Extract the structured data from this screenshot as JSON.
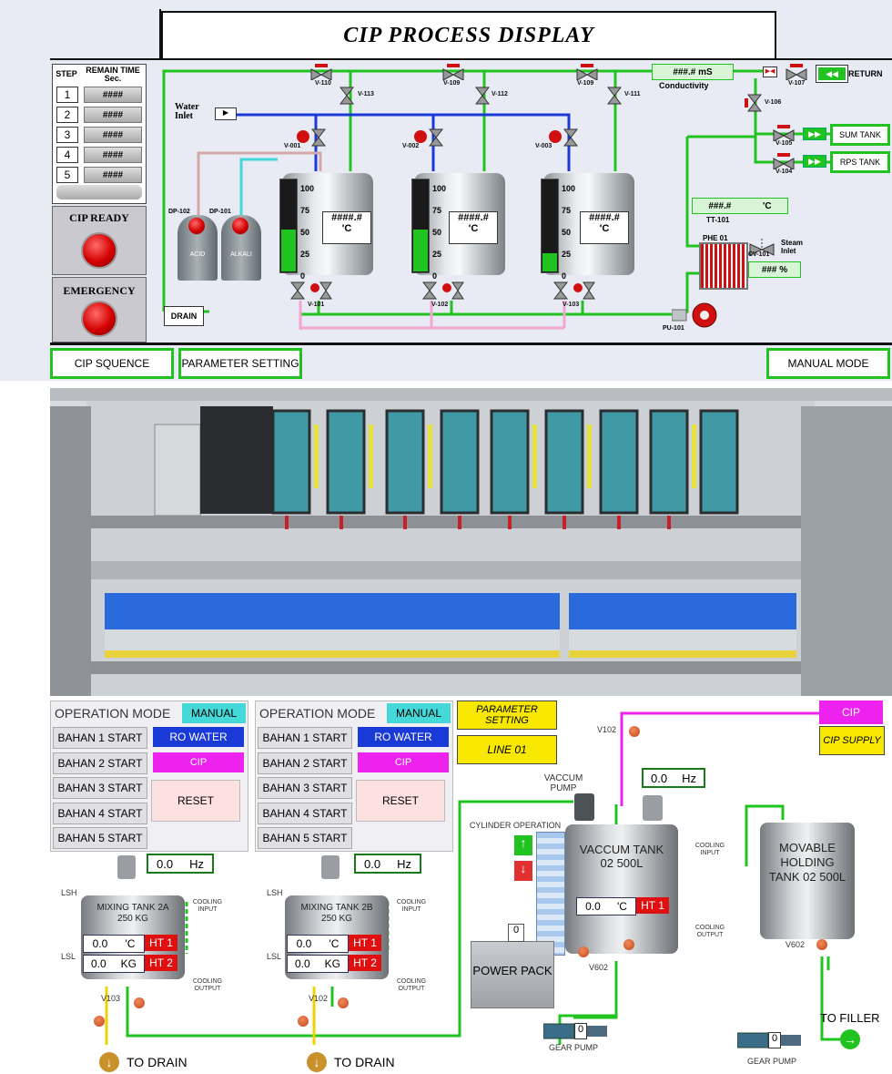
{
  "cip": {
    "title": "CIP PROCESS DISPLAY",
    "step_header": "STEP",
    "remain_header": "REMAIN TIME Sec.",
    "steps": [
      {
        "num": "1",
        "val": "####"
      },
      {
        "num": "2",
        "val": "####"
      },
      {
        "num": "3",
        "val": "####"
      },
      {
        "num": "4",
        "val": "####"
      },
      {
        "num": "5",
        "val": "####"
      }
    ],
    "cip_ready": "CIP READY",
    "emergency": "EMERGENCY",
    "drain": "DRAIN",
    "water_inlet": "Water Inlet",
    "valves_top": [
      "V-110",
      "V-113",
      "V-109",
      "V-112",
      "V-109",
      "V-111",
      "V-107",
      "V-106",
      "V-105",
      "V-104"
    ],
    "valves_mid": [
      "V-001",
      "V-002",
      "V-003"
    ],
    "valves_bottom": [
      "V-101",
      "V-102",
      "V-103"
    ],
    "conductivity_value": "###.# mS",
    "conductivity_label": "Conductivity",
    "return": "RETURN",
    "sum_tank": "SUM TANK",
    "rps_tank": "RPS TANK",
    "tt_value": "###.#",
    "tt_unit": "'C",
    "tt_label": "TT-101",
    "phe_label": "PHE 01",
    "steam_inlet": "Steam Inlet",
    "cv_label": "CV-101",
    "cv_value": "### %",
    "pump_label": "PU-101",
    "dp1": "DP-102",
    "dp2": "DP-101",
    "acid": "ACID",
    "alkali": "ALKALI",
    "tank_temp": "####.#",
    "tank_unit": "'C",
    "scale": [
      "100",
      "75",
      "50",
      "25",
      "0"
    ],
    "levels": [
      0.45,
      0.45,
      0.2
    ],
    "btn_sequence": "CIP SQUENCE",
    "btn_parameter": "PARAMETER SETTING",
    "btn_manual": "MANUAL MODE"
  },
  "hmi": {
    "op_mode": "OPERATION MODE",
    "manual": "MANUAL",
    "bahan": [
      "BAHAN 1 START",
      "BAHAN 2 START",
      "BAHAN 3 START",
      "BAHAN 4 START",
      "BAHAN 5 START"
    ],
    "ro_water": "RO WATER",
    "cip": "CIP",
    "reset": "RESET",
    "parameter_setting": "PARAMETER SETTING",
    "line": "LINE 01",
    "cip_tag": "CIP",
    "cip_supply": "CIP SUPPLY",
    "hz_value": "0.0",
    "hz_unit": "Hz",
    "vaccum_pump": "VACCUM PUMP",
    "cylinder_operation": "CYLINDER OPERATION",
    "power_pack": "POWER PACK",
    "power_val": "0",
    "mixing_a": "MIXING TANK 2A",
    "mixing_b": "MIXING TANK 2B",
    "mix_capacity": "250 KG",
    "temp_value": "0.0",
    "temp_unit": "'C",
    "kg_value": "0.0",
    "kg_unit": "KG",
    "ht1": "HT 1",
    "ht2": "HT 2",
    "lsh": "LSH",
    "lsl": "LSL",
    "cooling_input": "COOLING INPUT",
    "cooling_output": "COOLING OUTPUT",
    "v103": "V103",
    "v102": "V102",
    "v602": "V602",
    "vaccum_tank": "VACCUM TANK 02 500L",
    "holding_tank": "MOVABLE HOLDING TANK 02 500L",
    "to_drain": "TO DRAIN",
    "to_filler": "TO FILLER",
    "gear_pump": "GEAR PUMP",
    "pump_val": "0",
    "colors": {
      "green": "#21c321",
      "cyan": "#44d8d8",
      "blue": "#1a3ad8",
      "magenta": "#ee22ee",
      "yellow": "#f8e800",
      "red": "#e01010"
    }
  }
}
